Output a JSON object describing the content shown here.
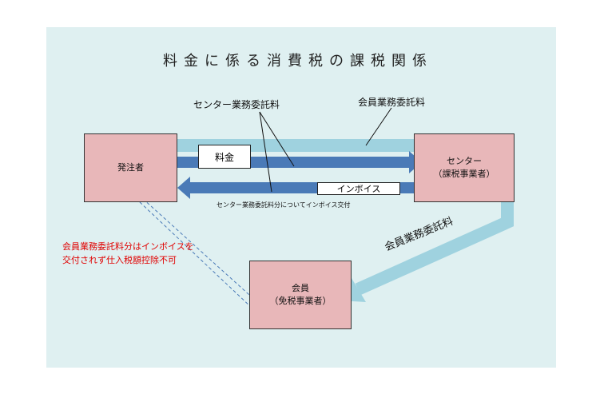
{
  "title": "料金に係る消費税の課税関係",
  "boxes": {
    "orderer": "発注者",
    "center_line1": "センター",
    "center_line2": "（課税事業者）",
    "member_line1": "会員",
    "member_line2": "（免税事業者）"
  },
  "labels": {
    "center_fee": "センター業務委託料",
    "member_fee_top": "会員業務委託料",
    "fee": "料金",
    "invoice": "インボイス",
    "invoice_issue": "センター業務委託料分についてインボイス交付",
    "member_fee_diag": "会員業務委託料",
    "red_note_line1": "会員業務委託料分はインボイスを",
    "red_note_line2": "交付されず仕入税額控除不可"
  },
  "colors": {
    "panel": "#dff0f1",
    "box_fill": "#e8b7b9",
    "light_arrow": "#9fd2df",
    "dark_arrow": "#4a7ab7",
    "red_text": "#e00000"
  }
}
